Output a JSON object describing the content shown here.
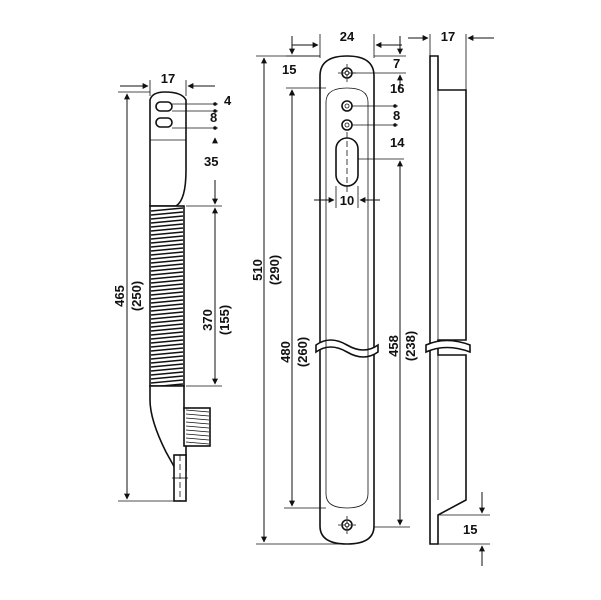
{
  "drawing": {
    "title": "",
    "side_view": {
      "top_width": "17",
      "slot_gap": "4",
      "slot_pitch": "8",
      "body_height": "35",
      "overall_length": "465",
      "overall_length_alt": "(250)",
      "spiral_length": "370",
      "spiral_length_alt": "(155)"
    },
    "front_view": {
      "plate_width": "24",
      "hole_offset": "7",
      "top_hole_margin": "15",
      "hole_to_hole": "16",
      "second_hole": "8",
      "slot_top": "14",
      "slot_width": "10",
      "overall_length": "510",
      "overall_length_alt": "(290)",
      "inner_length": "480",
      "inner_length_alt": "(260)",
      "slot_length": "458",
      "slot_length_alt": "(238)"
    },
    "profile_view": {
      "depth": "17",
      "bottom_offset": "15"
    }
  }
}
